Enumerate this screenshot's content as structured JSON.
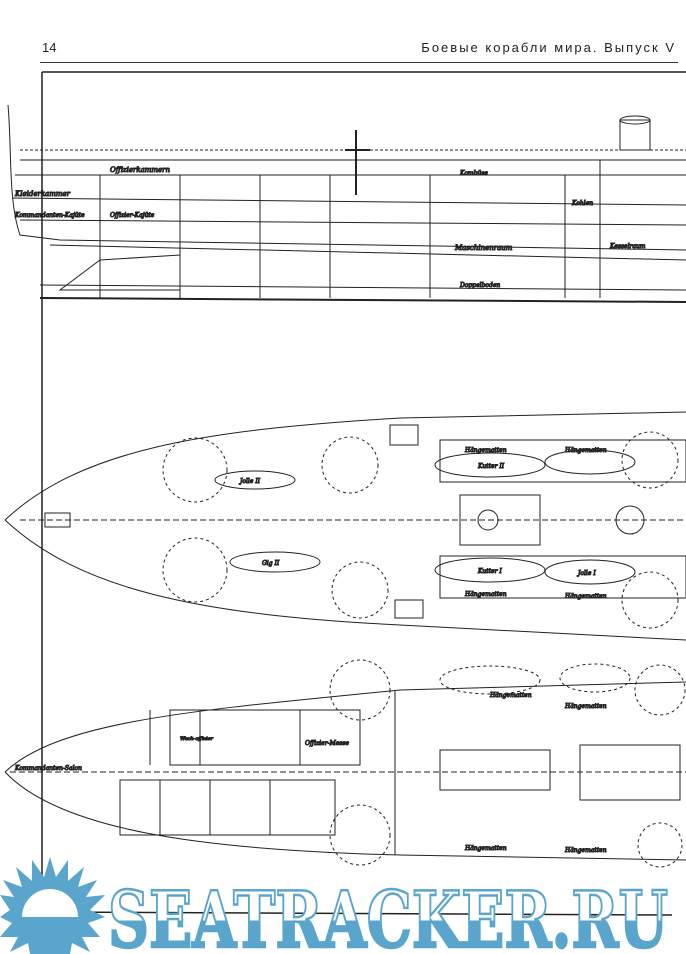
{
  "header": {
    "page_number": "14",
    "running_title": "Боевые корабли мира. Выпуск V"
  },
  "profile_labels": [
    "Offizierkammern",
    "Kleiderkammer",
    "Kommandanten-Kajüte",
    "Offizier-Kajüte",
    "Doppelboden",
    "Kesselraum",
    "Maschinenraum",
    "Kohlen",
    "Kombüse"
  ],
  "upper_deck_labels": [
    "Jolle II",
    "Gig II",
    "Kutter II",
    "Kutter I",
    "Jolle I",
    "Hängematten",
    "Hängematten",
    "Hängematten",
    "Hängematten"
  ],
  "lower_deck_labels": [
    "Offizier-Messe",
    "Kommandanten-Salon",
    "Hängematten",
    "Hängematten",
    "Hängematten",
    "Hängematten",
    "Wach-offizier"
  ],
  "watermark": {
    "text": "SEATRACKER.RU",
    "color": "#5aa5cc"
  }
}
